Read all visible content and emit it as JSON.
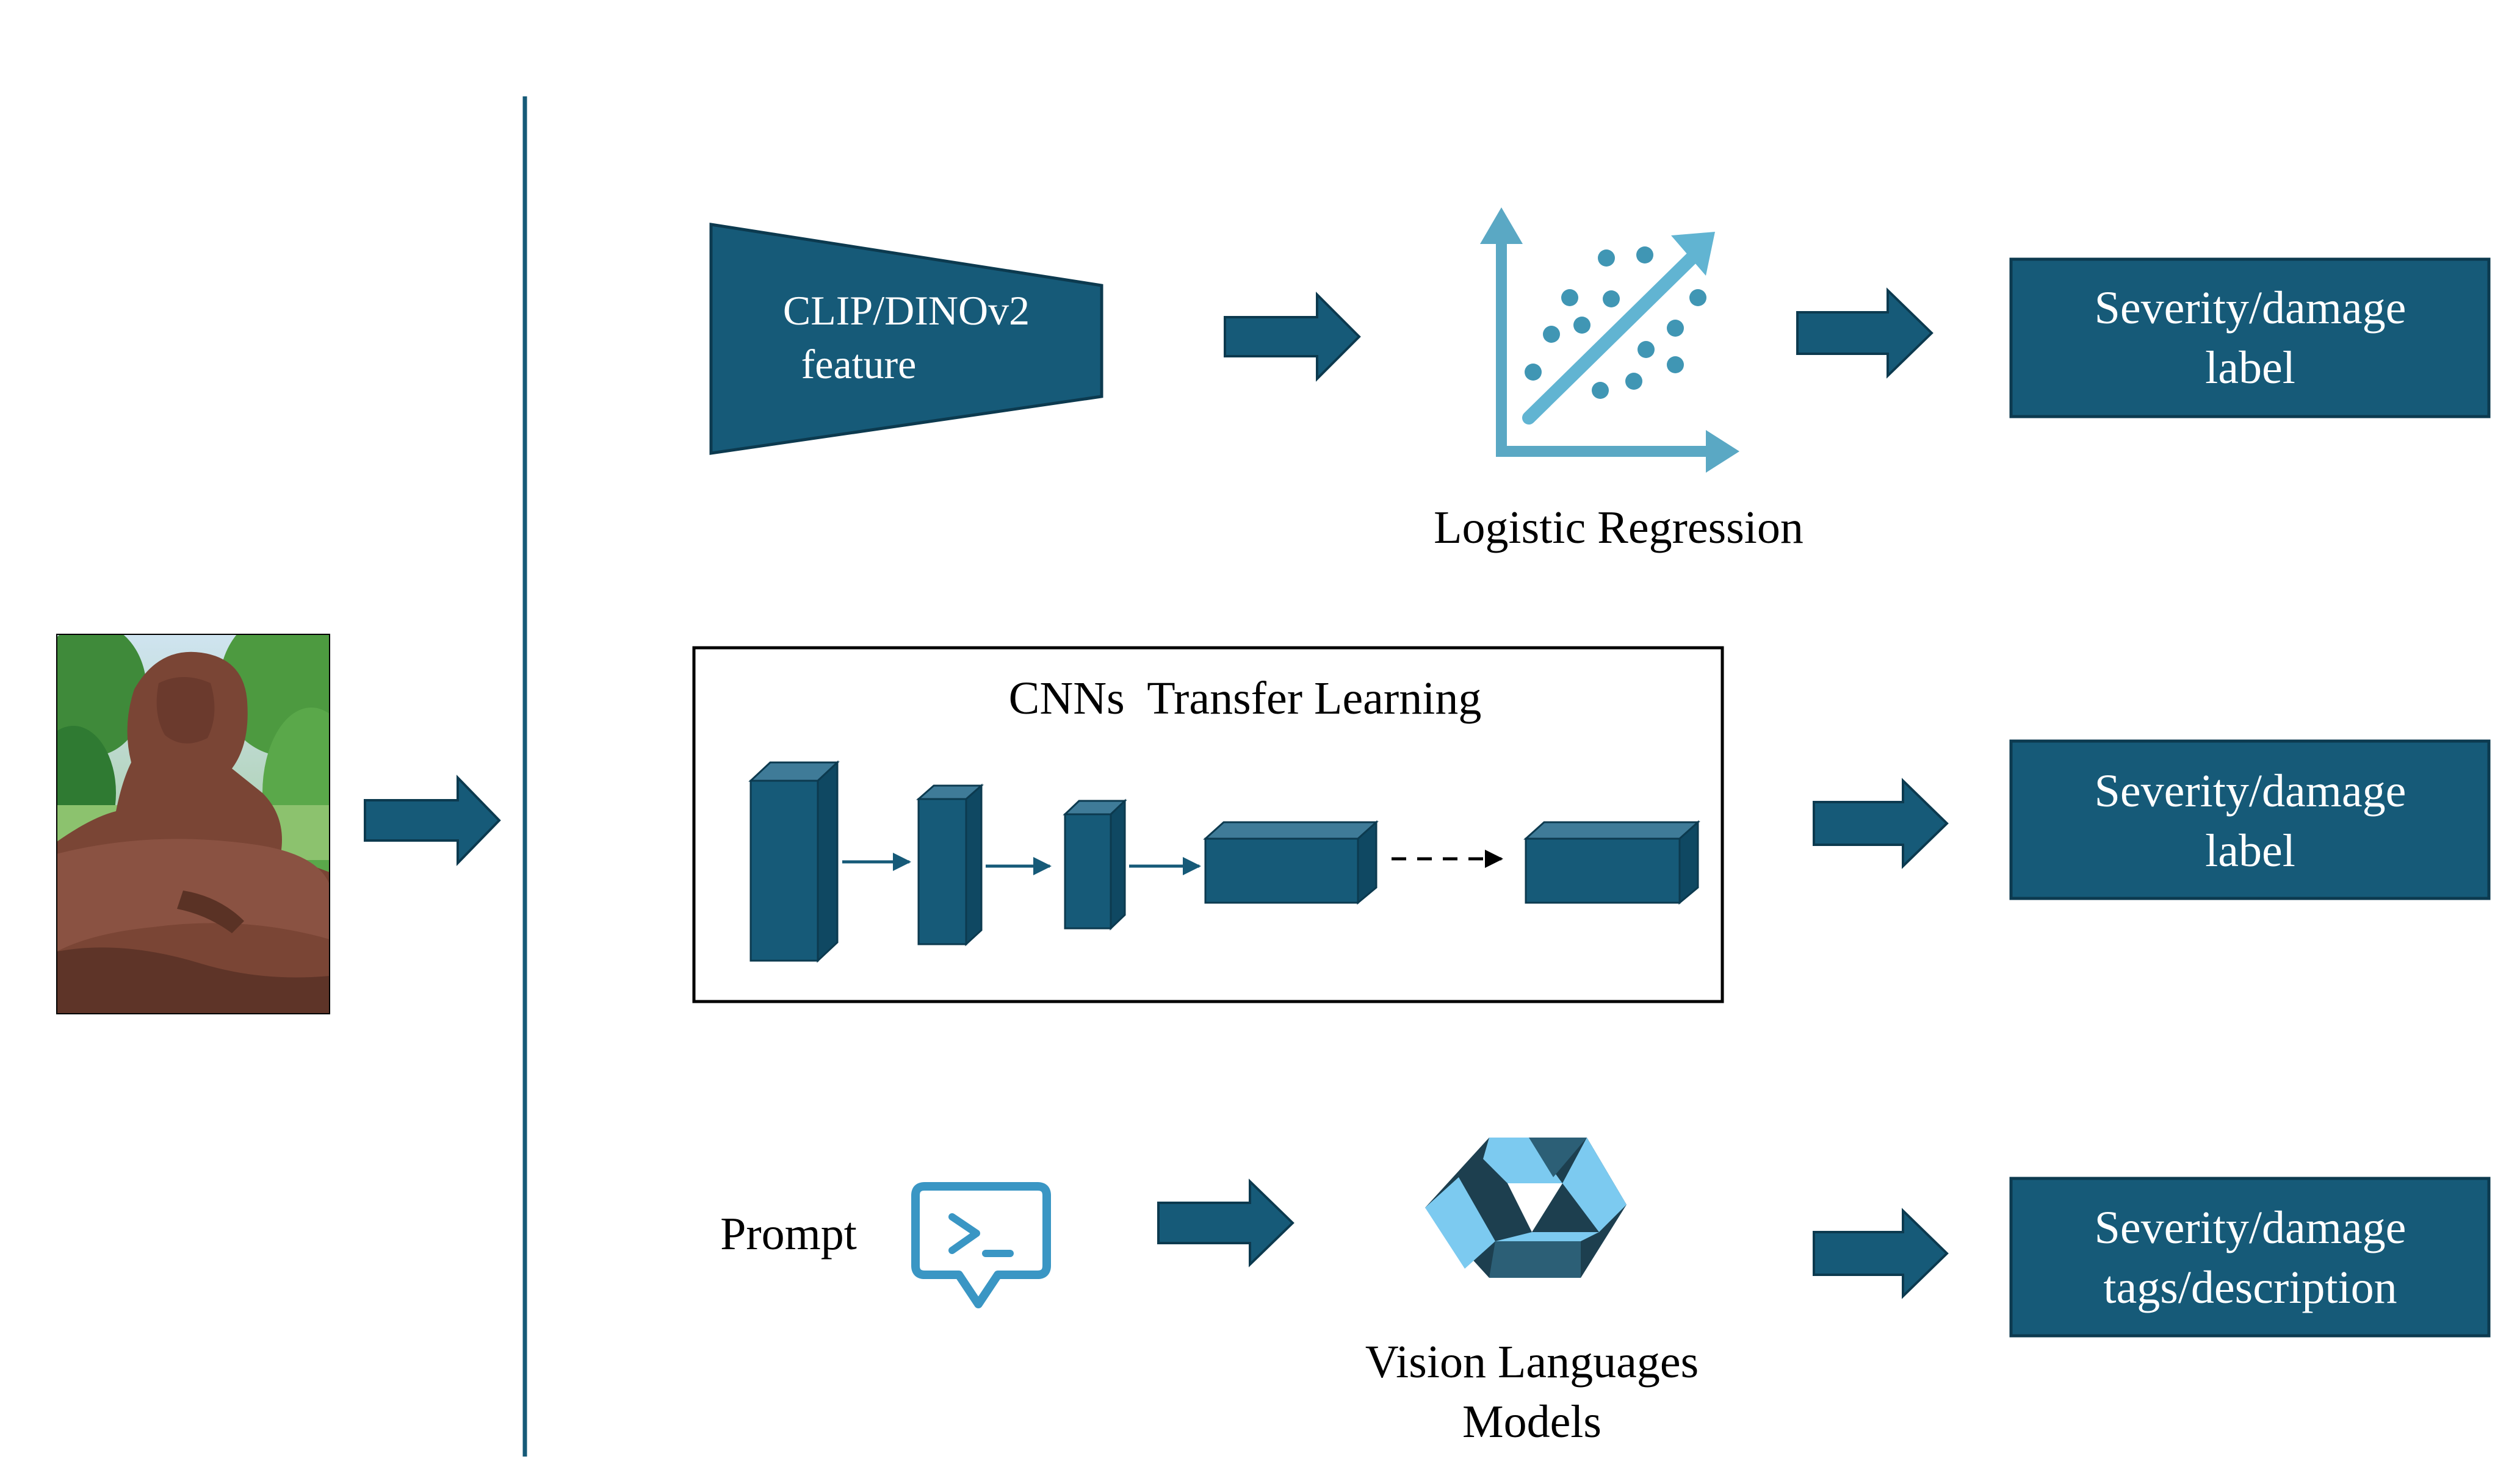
{
  "colors": {
    "primary": "#165a78",
    "primary_dark": "#0c3a4f",
    "primary_top": "#3f7b98",
    "primary_side": "#0f4862",
    "plot_accent": "#5aa8c4",
    "plot_arrow": "#61b4d2",
    "prompt_icon": "#3a96c4",
    "vlm_light": "#7ccaf0",
    "vlm_dark": "#1d3f4f",
    "stone": "#7a4535",
    "foliage": "#3f8a3a",
    "text": "#000000",
    "label_text": "#ffffff"
  },
  "icons": {
    "input": "statue-photo",
    "plot": "scatter-plot-icon",
    "prompt": "terminal-chat-icon",
    "vlm": "vlm-logo-icon"
  },
  "pipeline1": {
    "encoder_line1": "CLIP/DINOv2",
    "encoder_line2": "feature",
    "method_label": "Logistic Regression",
    "output_line1": "Severity/damage",
    "output_line2": "label"
  },
  "pipeline2": {
    "title": "CNNs  Transfer Learning",
    "output_line1": "Severity/damage",
    "output_line2": "label"
  },
  "pipeline3": {
    "prompt_label": "Prompt",
    "model_line1": "Vision Languages",
    "model_line2": "Models",
    "output_line1": "Severity/damage",
    "output_line2": "tags/description"
  }
}
